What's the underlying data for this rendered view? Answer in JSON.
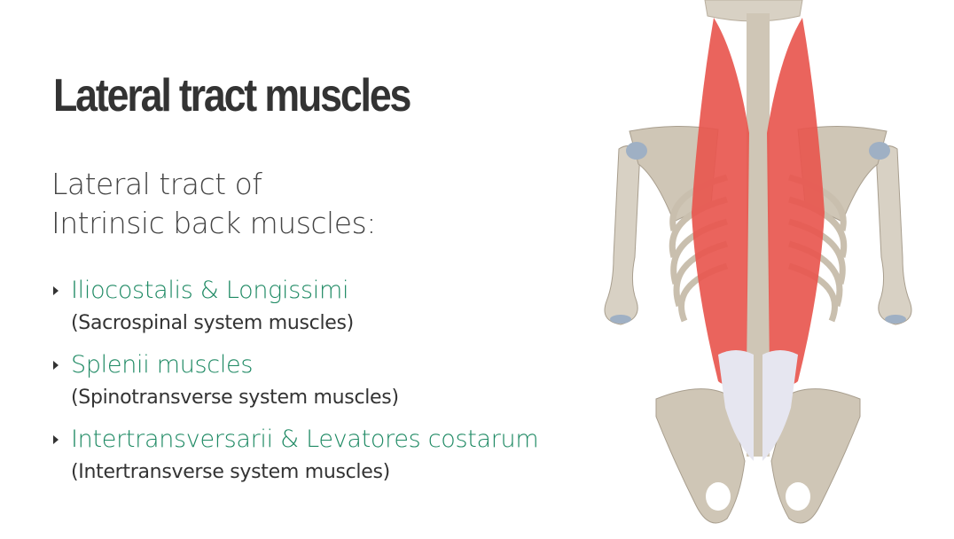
{
  "slide": {
    "title": "Lateral tract muscles",
    "intro": {
      "line1": "Lateral tract of",
      "line2": "Intrinsic back muscles:"
    },
    "items": [
      {
        "title": "Iliocostalis & Longissimi",
        "subtitle": "(Sacrospinal system muscles)"
      },
      {
        "title": "Splenii muscles",
        "subtitle": "(Spinotransverse system muscles)"
      },
      {
        "title": "Intertransversarii & Levatores costarum",
        "subtitle": "(Intertransverse system muscles)"
      }
    ],
    "colors": {
      "title": "#333333",
      "item_title": "#1f8a64",
      "item_subtitle": "#333333",
      "muscle": "#e8574f",
      "bone": "#d8d1c4"
    },
    "figure": {
      "description": "Posterior view anatomical illustration of skeleton showing lateral tract back muscles (red) along the spine"
    }
  }
}
